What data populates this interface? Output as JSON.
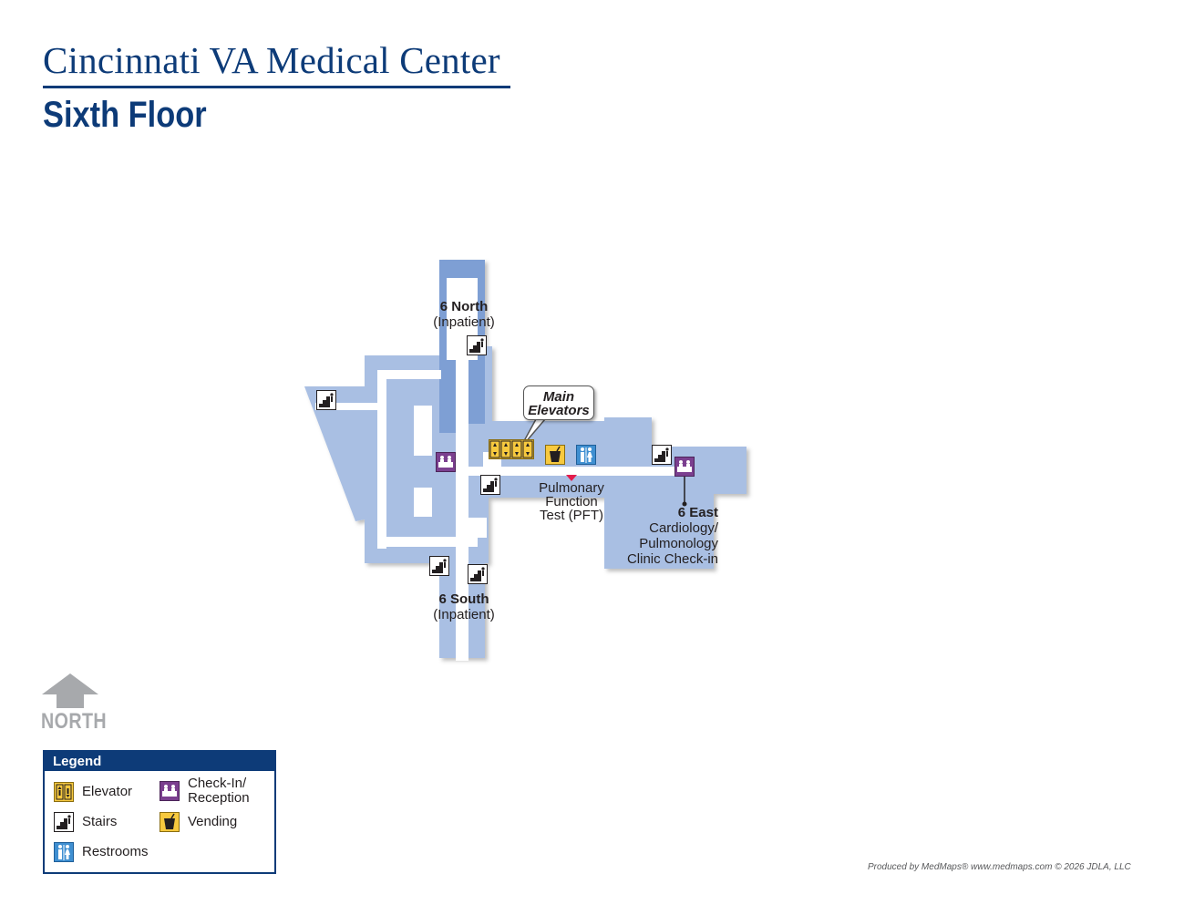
{
  "header": {
    "title": "Cincinnati VA Medical Center",
    "floor": "Sixth Floor"
  },
  "map": {
    "colors": {
      "corridor_fill": "#a9bfe3",
      "inpatient_fill": "#7e9fd4",
      "hallway": "#ffffff",
      "legend_blue": "#0d3b78"
    },
    "labels": {
      "north_unit": "6 North",
      "north_unit_sub": "(Inpatient)",
      "south_unit": "6 South",
      "south_unit_sub": "(Inpatient)",
      "elevators_line1": "Main",
      "elevators_line2": "Elevators",
      "pft_line1": "Pulmonary",
      "pft_line2": "Function",
      "pft_line3": "Test (PFT)",
      "east_title": "6 East",
      "east_line1": "Cardiology/",
      "east_line2": "Pulmonology",
      "east_line3": "Clinic Check-in"
    }
  },
  "compass": {
    "label": "NORTH",
    "icon": "north-arrow-icon"
  },
  "legend": {
    "title": "Legend",
    "items": [
      {
        "icon": "elevator-icon",
        "label": "Elevator"
      },
      {
        "icon": "check-in-icon",
        "label_line1": "Check-In/",
        "label_line2": "Reception"
      },
      {
        "icon": "stairs-icon",
        "label": "Stairs"
      },
      {
        "icon": "vending-icon",
        "label": "Vending"
      },
      {
        "icon": "restroom-icon",
        "label": "Restrooms"
      }
    ]
  },
  "footer": {
    "credit": "Produced by MedMaps®  www.medmaps.com   © 2026 JDLA, LLC"
  }
}
